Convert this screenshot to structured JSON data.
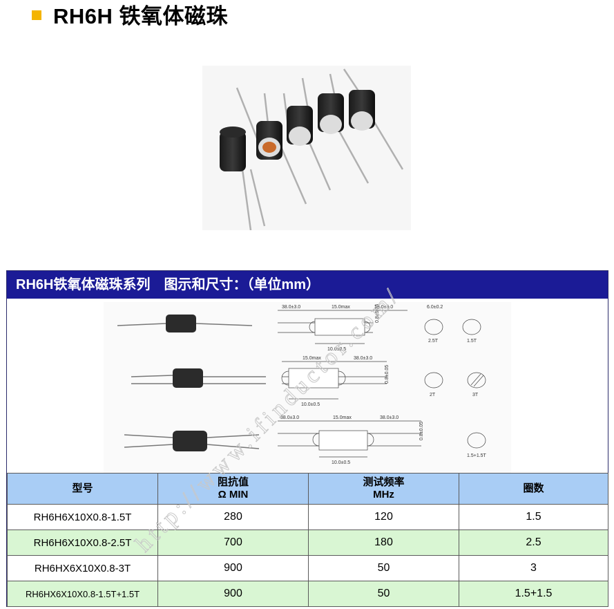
{
  "page": {
    "title": "RH6H 铁氧体磁珠"
  },
  "section": {
    "heading": "RH6H铁氧体磁珠系列　图示和尺寸：（单位mm）"
  },
  "drawing_labels": {
    "d1_left": "38.0±3.0",
    "d1_mid": "15.0max",
    "d1_right": "38.0±3.0",
    "d1_bottom": "10.0±0.5",
    "d1_width": "6.0±0.2",
    "d1_vert": "0.8±0.05",
    "d1_endA": "2.5T",
    "d1_endB": "1.5T",
    "d2_mid": "15.0max",
    "d2_right": "38.0±3.0",
    "d2_bottom": "10.0±0.5",
    "d2_vert": "0.8±0.05",
    "d2_endA": "2T",
    "d2_endB": "3T",
    "d3_left": "38.0±3.0",
    "d3_mid": "15.0max",
    "d3_right": "38.0±3.0",
    "d3_bottom": "10.0±0.5",
    "d3_vert": "0.8±0.05",
    "d3_end": "1.5+1.5T"
  },
  "table": {
    "headers": [
      {
        "line1": "型号",
        "line2": ""
      },
      {
        "line1": "阻抗值",
        "line2": "Ω MIN"
      },
      {
        "line1": "测试频率",
        "line2": "MHz"
      },
      {
        "line1": "圈数",
        "line2": ""
      }
    ],
    "rows": [
      {
        "model": "RH6H6X10X0.8-1.5T",
        "impedance": "280",
        "freq": "120",
        "turns": "1.5"
      },
      {
        "model": "RH6H6X10X0.8-2.5T",
        "impedance": "700",
        "freq": "180",
        "turns": "2.5"
      },
      {
        "model": "RH6HX6X10X0.8-3T",
        "impedance": "900",
        "freq": "50",
        "turns": "3"
      },
      {
        "model": "RH6HX6X10X0.8-1.5T+1.5T",
        "impedance": "900",
        "freq": "50",
        "turns": "1.5+1.5"
      }
    ]
  },
  "watermark": {
    "text": "http://www.ifinductor.com/"
  },
  "colors": {
    "header_bar": "#1b1b96",
    "table_header": "#a9cdf5",
    "row_alt": "#d9f6d3",
    "bullet": "#f4b400"
  }
}
